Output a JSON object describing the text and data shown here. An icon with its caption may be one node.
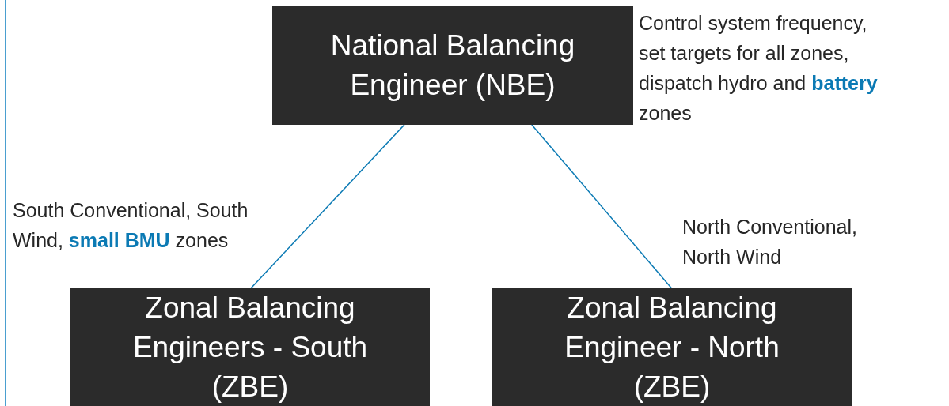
{
  "diagram": {
    "nodes": [
      {
        "text": [
          "National Balancing Engineer (NBE)"
        ],
        "beside": [
          "Control system frequency, set targets for all zones, dispatch hydro and **battery** zones"
        ]
      },
      {
        "text": [
          "Zonal Balancing Engineers - South (ZBE)"
        ],
        "beside": [
          "South Conventional, South Wind, **small BMU** zones"
        ]
      },
      {
        "text": [
          "Zonal Balancing Engineer - North (ZBE)"
        ],
        "beside": [
          "North Conventional, North Wind"
        ]
      }
    ],
    "edges": [
      {
        "from": 0,
        "to": 1,
        "arrow": "none"
      },
      {
        "from": 0,
        "to": 2,
        "arrow": "none"
      }
    ]
  }
}
